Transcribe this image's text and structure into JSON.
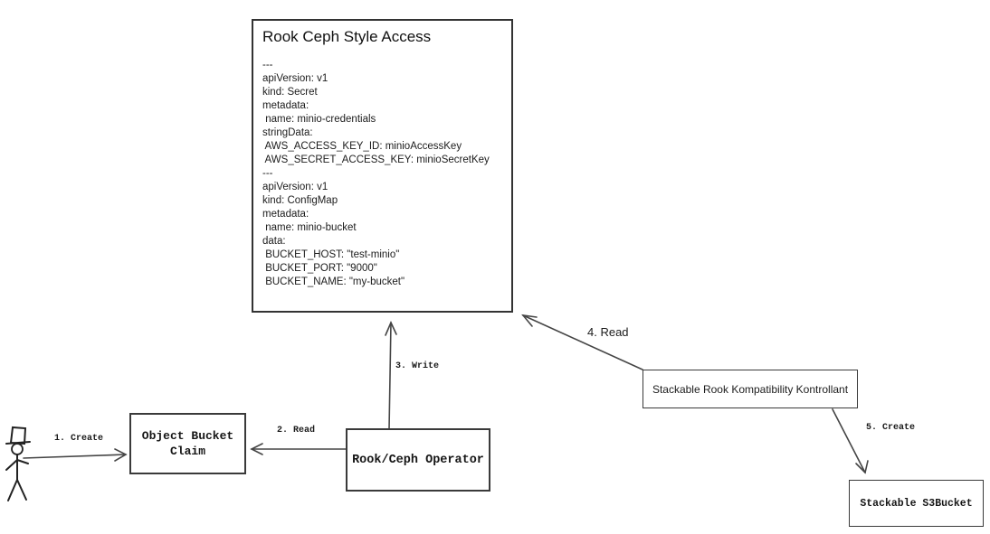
{
  "colors": {
    "background": "#ffffff",
    "line": "#454545",
    "text": "#1a1a1a",
    "border": "#333333"
  },
  "rook_box": {
    "title": "Rook Ceph Style Access",
    "yaml": "---\napiVersion: v1\nkind: Secret\nmetadata:\n name: minio-credentials\nstringData:\n AWS_ACCESS_KEY_ID: minioAccessKey\n AWS_SECRET_ACCESS_KEY: minioSecretKey\n---\napiVersion: v1\nkind: ConfigMap\nmetadata:\n name: minio-bucket\ndata:\n BUCKET_HOST: \"test-minio\"\n BUCKET_PORT: \"9000\"\n BUCKET_NAME: \"my-bucket\""
  },
  "nodes": {
    "actor": {
      "icon": "stick-figure-top-hat"
    },
    "object_bucket_claim": {
      "label": "Object Bucket\nClaim"
    },
    "rook_ceph_operator": {
      "label": "Rook/Ceph Operator"
    },
    "stackable_kontrollant": {
      "label": "Stackable Rook Kompatibility Kontrollant"
    },
    "stackable_s3bucket": {
      "label": "Stackable S3Bucket"
    }
  },
  "edges": {
    "e1": {
      "label": "1. Create",
      "from": "actor",
      "to": "object_bucket_claim"
    },
    "e2": {
      "label": "2. Read",
      "from": "rook_ceph_operator",
      "to": "object_bucket_claim"
    },
    "e3": {
      "label": "3. Write",
      "from": "rook_ceph_operator",
      "to": "rook_ceph_style_access"
    },
    "e4": {
      "label": "4. Read",
      "from": "stackable_kontrollant",
      "to": "rook_ceph_style_access"
    },
    "e5": {
      "label": "5. Create",
      "from": "stackable_kontrollant",
      "to": "stackable_s3bucket"
    }
  }
}
